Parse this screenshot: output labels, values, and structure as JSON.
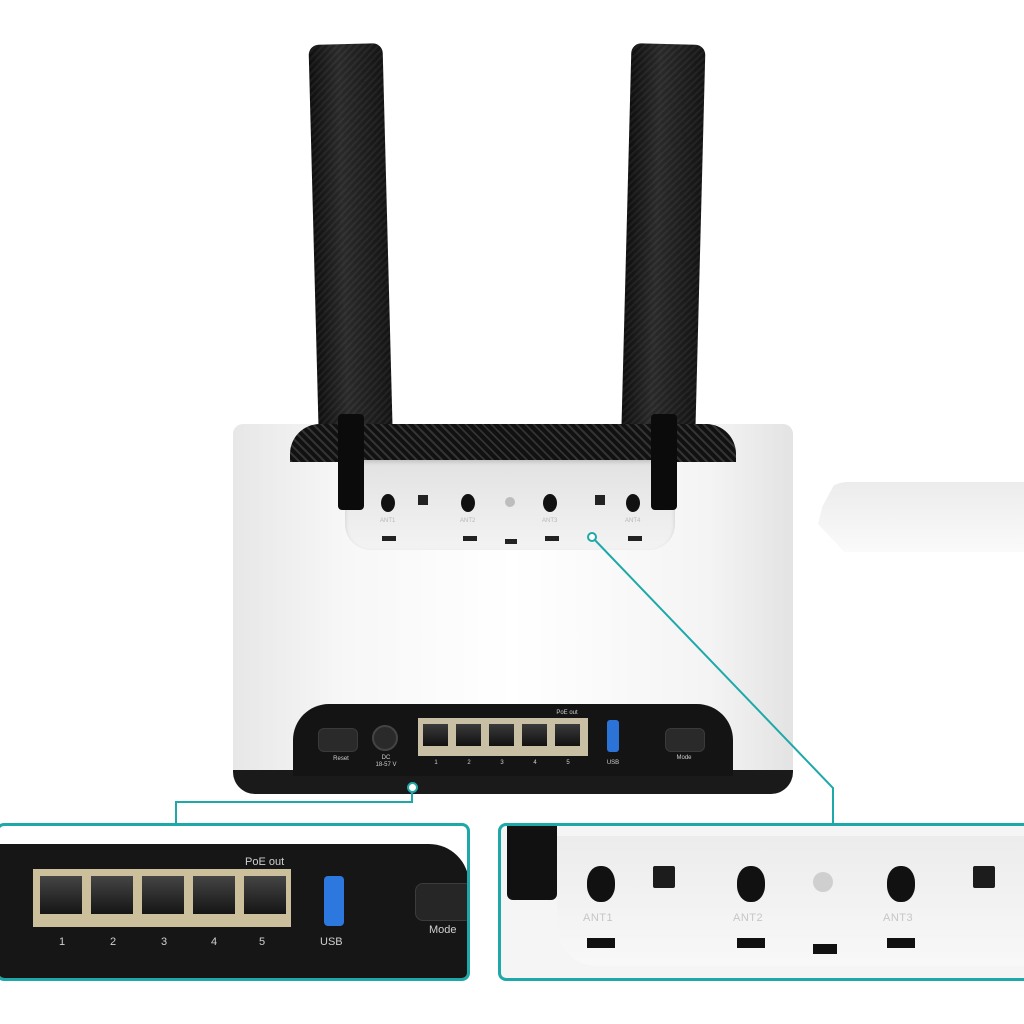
{
  "router": {
    "reset_label": "Reset",
    "dc_label_line1": "DC",
    "dc_label_line2": "18-57 V",
    "poe_label": "PoE out",
    "port_numbers": [
      "1",
      "2",
      "3",
      "4",
      "5"
    ],
    "usb_label": "USB",
    "mode_label": "Mode",
    "antenna_labels": [
      "ANT1",
      "ANT2",
      "ANT3",
      "ANT4"
    ]
  },
  "zoom_ports": {
    "poe_label": "PoE out",
    "port_numbers": [
      "1",
      "2",
      "3",
      "4",
      "5"
    ],
    "usb_label": "USB",
    "mode_label": "Mode"
  },
  "zoom_antennas": {
    "labels": [
      "ANT1",
      "ANT2",
      "ANT3"
    ]
  },
  "colors": {
    "callout": "#1fa8a8",
    "usb_blue": "#2c73d8",
    "body_white": "#f7f7f7",
    "panel_black": "#141414"
  }
}
